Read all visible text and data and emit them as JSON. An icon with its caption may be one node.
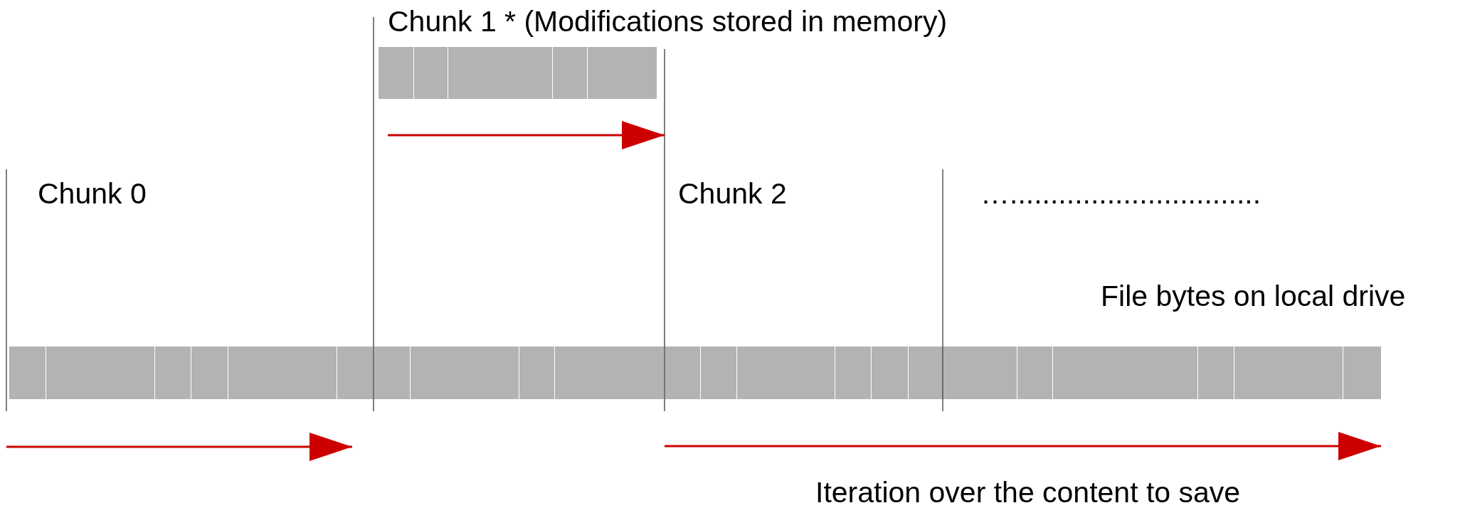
{
  "diagram": {
    "labels": [
      "Chunk 1 * (Modifications stored in memory)",
      "Chunk 0",
      "Chunk 2",
      "…...............................",
      "File bytes on local drive",
      "Iteration over the content to save"
    ]
  }
}
